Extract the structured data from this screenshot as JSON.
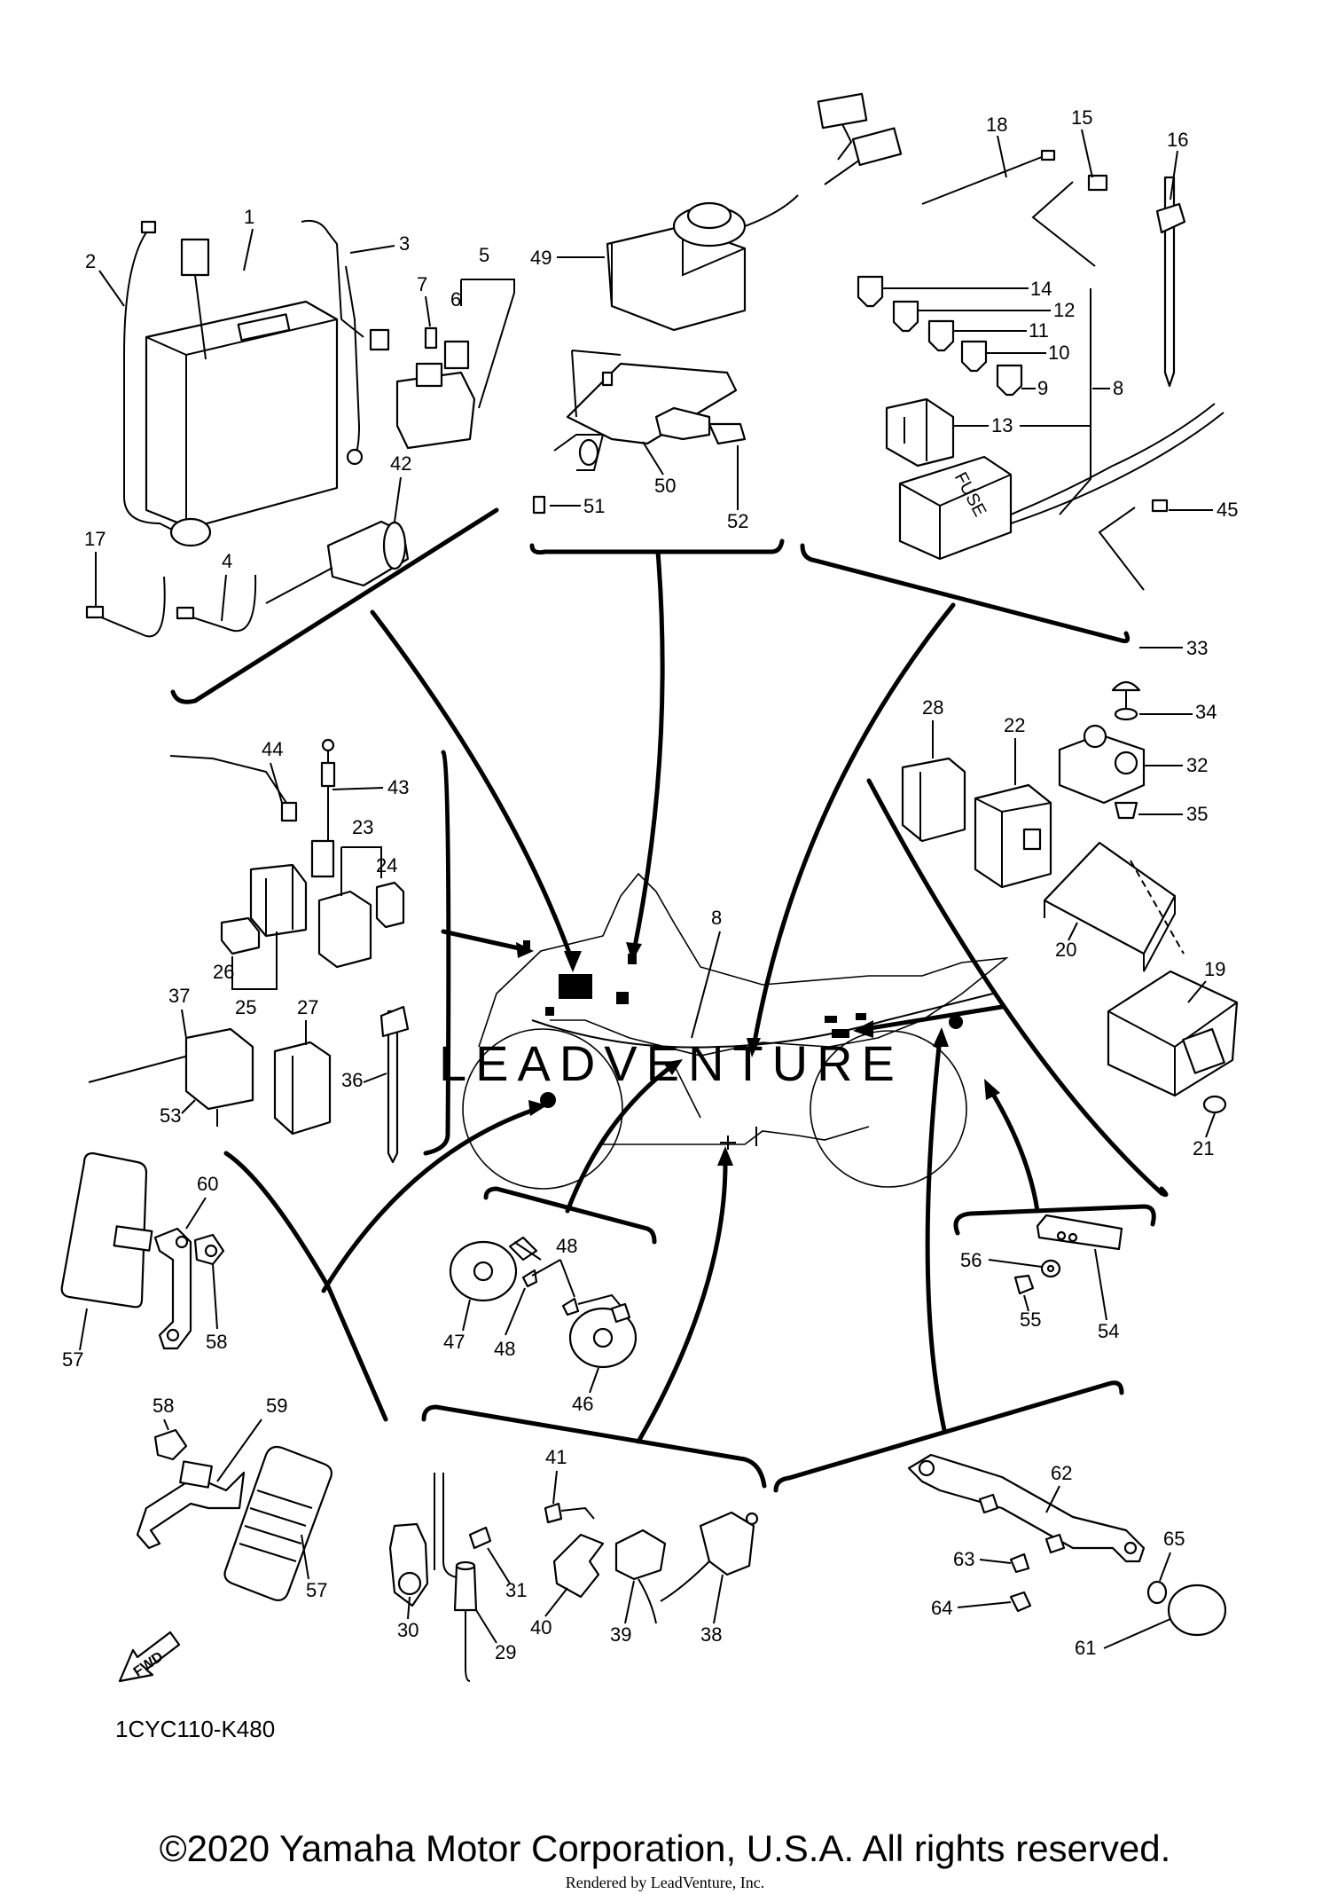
{
  "diagram_code": "1CYC110-K480",
  "fwd_arrow_label": "FWD",
  "fuse_label": "FUSE",
  "watermark": "LEADVENTURE",
  "copyright": "©2020 Yamaha Motor Corporation, U.S.A. All rights reserved.",
  "rendered_by": "Rendered by LeadVenture, Inc.",
  "callouts": {
    "c1": "1",
    "c2": "2",
    "c3": "3",
    "c4": "4",
    "c5": "5",
    "c6": "6",
    "c7": "7",
    "c8": "8",
    "c8b": "8",
    "c9": "9",
    "c10": "10",
    "c11": "11",
    "c12": "12",
    "c13": "13",
    "c14": "14",
    "c15": "15",
    "c16": "16",
    "c17": "17",
    "c18": "18",
    "c19": "19",
    "c20": "20",
    "c21": "21",
    "c22": "22",
    "c23": "23",
    "c24": "24",
    "c25": "25",
    "c26": "26",
    "c27": "27",
    "c28": "28",
    "c29": "29",
    "c30": "30",
    "c31": "31",
    "c32": "32",
    "c33": "33",
    "c34": "34",
    "c35": "35",
    "c36": "36",
    "c37": "37",
    "c38": "38",
    "c39": "39",
    "c40": "40",
    "c41": "41",
    "c42": "42",
    "c43": "43",
    "c44": "44",
    "c45": "45",
    "c46": "46",
    "c47": "47",
    "c48a": "48",
    "c48b": "48",
    "c49": "49",
    "c50": "50",
    "c51": "51",
    "c52": "52",
    "c53": "53",
    "c54": "54",
    "c55": "55",
    "c56": "56",
    "c57a": "57",
    "c57b": "57",
    "c58a": "58",
    "c58b": "58",
    "c59": "59",
    "c60": "60",
    "c61": "61",
    "c62": "62",
    "c63": "63",
    "c64": "64",
    "c65": "65"
  }
}
